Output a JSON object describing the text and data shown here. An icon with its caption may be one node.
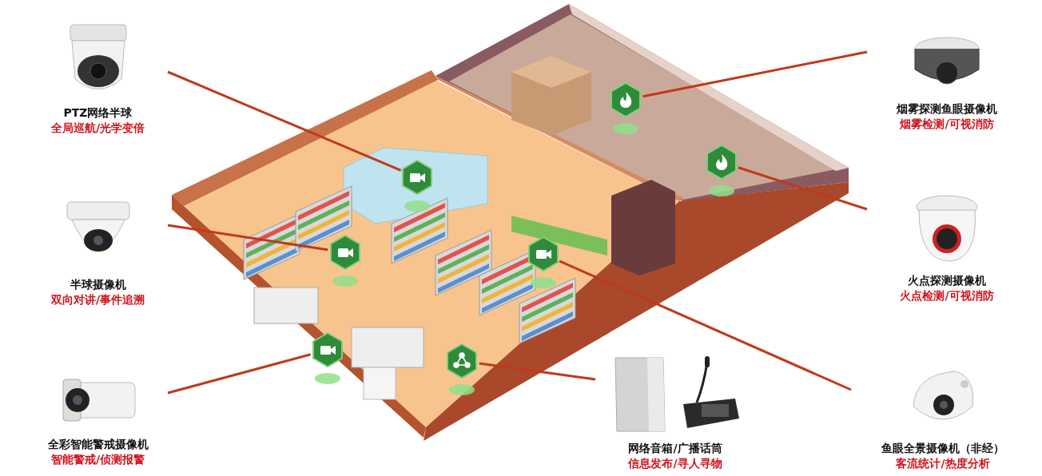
{
  "diagram": {
    "nodes": [
      {
        "text": [
          "PTZ网络半球",
          "全局巡航/光学变倍"
        ]
      },
      {
        "text": [
          "烟雾探测鱼眼摄像机",
          "烟雾检测/可视消防"
        ]
      },
      {
        "text": [
          "半球摄像机",
          "双向对讲/事件追溯"
        ]
      },
      {
        "text": [
          "火点探测摄像机",
          "火点检测/可视消防"
        ]
      },
      {
        "text": [
          "全彩智能警戒摄像机",
          "智能警戒/侦测报警"
        ]
      },
      {
        "text": [
          "网络音箱/广播话筒",
          "信息发布/寻人寻物"
        ]
      },
      {
        "text": [
          "鱼眼全景摄像机（非经）",
          "客流统计/热度分析"
        ]
      },
      {
        "text": [],
        "shape": "hexagon"
      },
      {
        "text": [],
        "shape": "hexagon"
      },
      {
        "text": [],
        "shape": "hexagon"
      },
      {
        "text": [],
        "shape": "hexagon"
      },
      {
        "text": [],
        "shape": "hexagon"
      },
      {
        "text": [],
        "shape": "hexagon"
      },
      {
        "text": [],
        "shape": "hexagon"
      }
    ],
    "edges": [
      {
        "from": 0,
        "to": 7,
        "arrow": "none"
      },
      {
        "from": 1,
        "to": 8,
        "arrow": "none"
      },
      {
        "from": 2,
        "to": 9,
        "arrow": "none"
      },
      {
        "from": 3,
        "to": 10,
        "arrow": "none"
      },
      {
        "from": 4,
        "to": 11,
        "arrow": "none"
      },
      {
        "from": 5,
        "to": 12,
        "arrow": "none"
      },
      {
        "from": 6,
        "to": 13,
        "arrow": "none"
      }
    ]
  }
}
